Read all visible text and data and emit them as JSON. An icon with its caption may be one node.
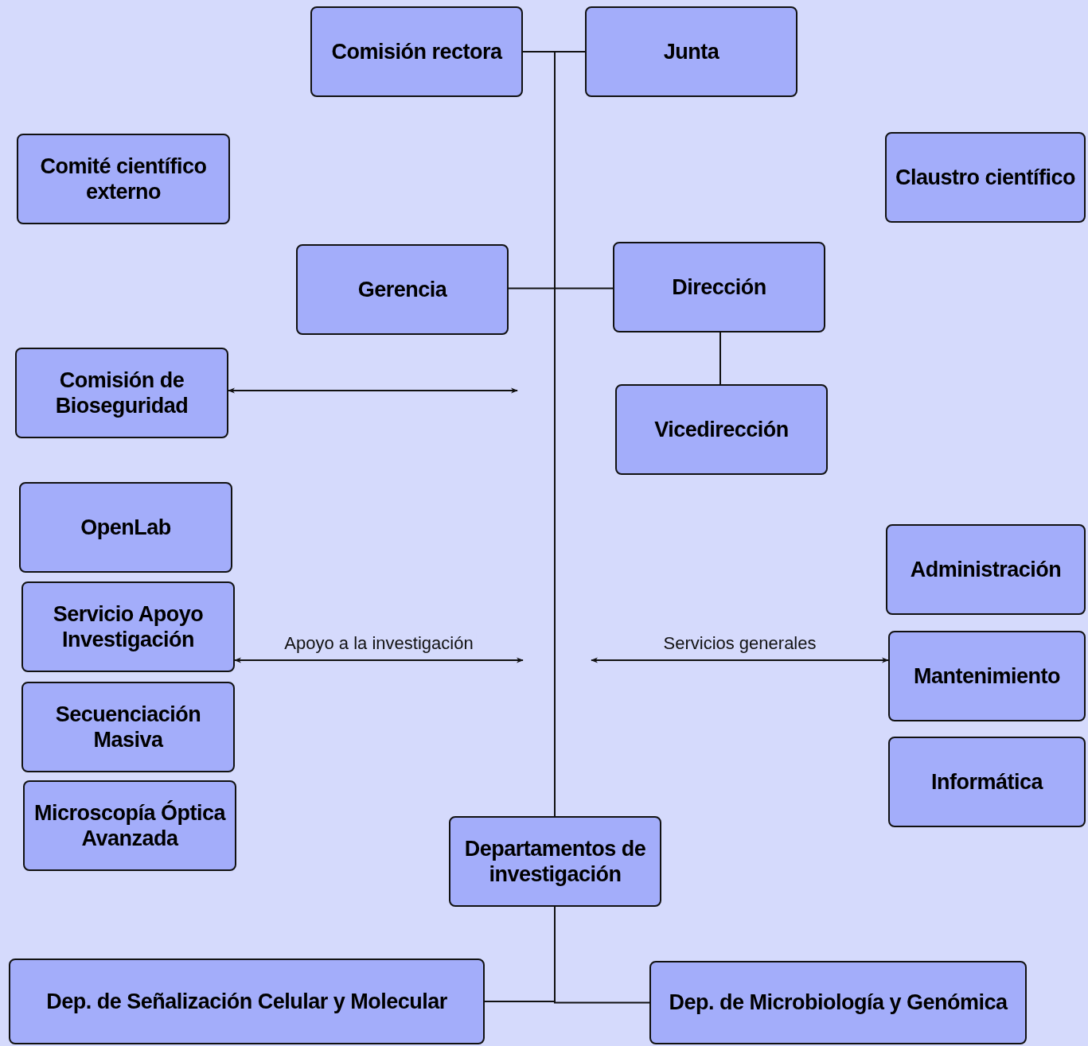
{
  "diagram": {
    "nodes": [
      {
        "text": [
          "Comisión rectora"
        ]
      },
      {
        "text": [
          "Junta"
        ]
      },
      {
        "text": [
          "Comité científico externo"
        ]
      },
      {
        "text": [
          "Claustro científico"
        ]
      },
      {
        "text": [
          "Gerencia"
        ]
      },
      {
        "text": [
          "Dirección"
        ]
      },
      {
        "text": [
          "Comisión de Bioseguridad"
        ]
      },
      {
        "text": [
          "Vicedirección"
        ]
      },
      {
        "text": [
          "OpenLab"
        ]
      },
      {
        "text": [
          "Servicio Apoyo Investigación"
        ]
      },
      {
        "text": [
          "Administración"
        ]
      },
      {
        "text": [
          "Secuenciación Masiva"
        ]
      },
      {
        "text": [
          "Mantenimiento"
        ]
      },
      {
        "text": [
          "Microscopía Óptica Avanzada"
        ]
      },
      {
        "text": [
          "Informática"
        ]
      },
      {
        "text": [
          "Departamentos de investigación"
        ]
      },
      {
        "text": [
          "Dep. de Señalización Celular y Molecular"
        ]
      },
      {
        "text": [
          "Dep. de Microbiología y Genómica"
        ]
      }
    ],
    "edges": [
      {
        "from": 0,
        "to": 1,
        "arrow": "none"
      },
      {
        "from": 0,
        "to": 15,
        "arrow": "none"
      },
      {
        "from": 4,
        "to": 5,
        "arrow": "none"
      },
      {
        "from": 5,
        "to": 7,
        "arrow": "none"
      },
      {
        "from": 15,
        "to": 16,
        "arrow": "none"
      },
      {
        "from": 15,
        "to": 17,
        "arrow": "none"
      },
      {
        "from": 6,
        "to": null,
        "arrow": "both"
      },
      {
        "from": 9,
        "to": null,
        "arrow": "both",
        "label": "Apoyo a la investigación"
      },
      {
        "from": null,
        "to": 12,
        "arrow": "both",
        "label": "Servicios generales"
      }
    ]
  }
}
